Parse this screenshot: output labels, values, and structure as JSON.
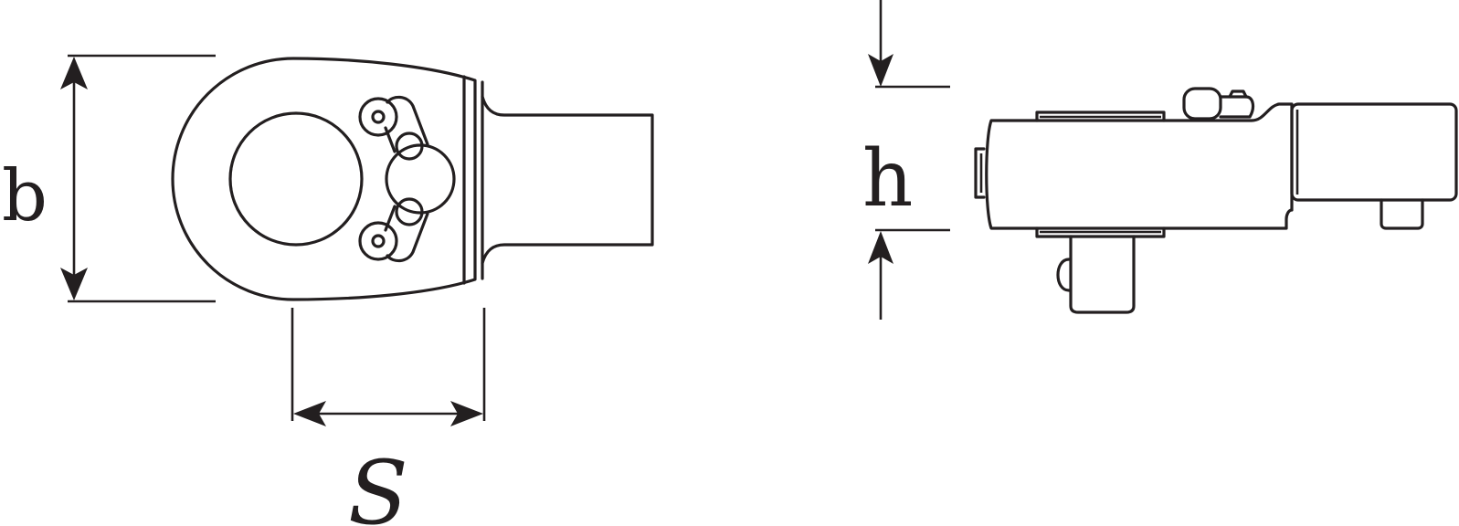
{
  "diagram": {
    "labels": {
      "b": "b",
      "s": "S",
      "h": "h"
    },
    "line_color": "#231f20",
    "background_color": "#ffffff"
  }
}
